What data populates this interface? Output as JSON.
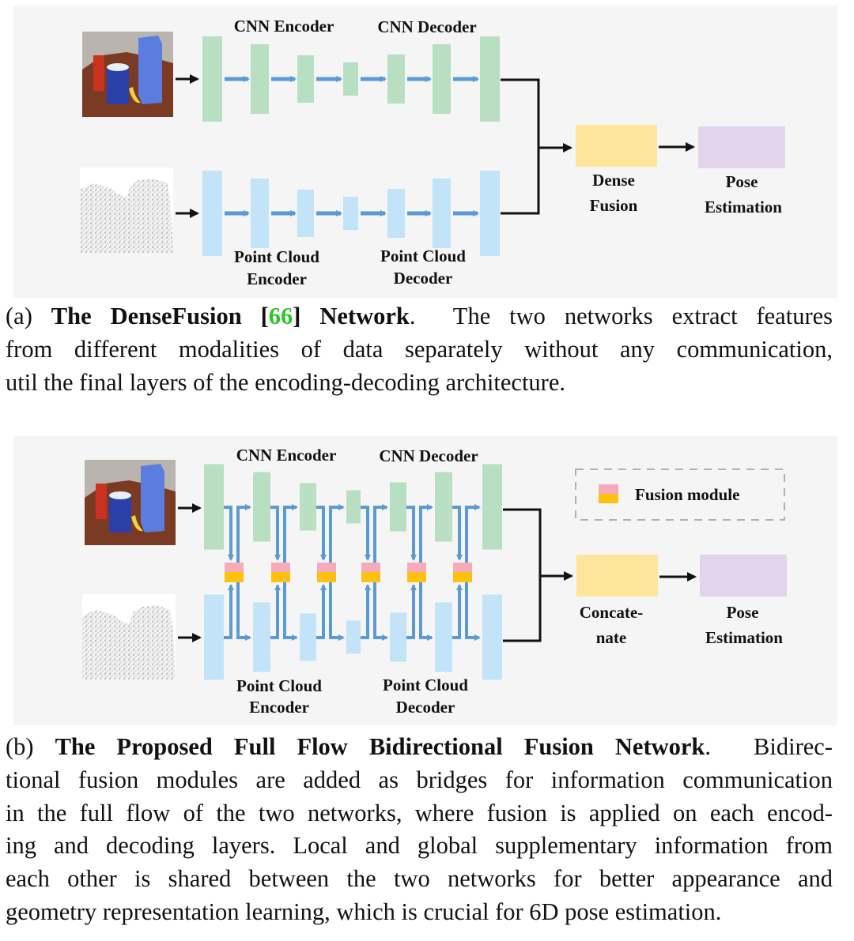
{
  "colors": {
    "panel_bg": "#f5f5f5",
    "rgb_layer": "#b8dfc2",
    "point_layer": "#c2e3f8",
    "flow_arrow": "#5b9bd5",
    "connector": "#111111",
    "fusion_top": "#f5abba",
    "fusion_bottom": "#fcc20f",
    "fusion_output": "#fde59b",
    "pose_output": "#e2d4ea",
    "legend_border": "#b0b0b0",
    "citation": "#2bc62b"
  },
  "panel_a": {
    "cnn_encoder_label": "CNN Encoder",
    "cnn_decoder_label": "CNN Decoder",
    "pc_encoder_label": [
      "Point Cloud",
      "Encoder"
    ],
    "pc_decoder_label": [
      "Point Cloud",
      "Decoder"
    ],
    "fusion_label": [
      "Dense",
      "Fusion"
    ],
    "pose_label": [
      "Pose",
      "Estimation"
    ],
    "rgb_image": "rgb-scene-image",
    "point_cloud_image": "point-cloud-image",
    "encoder_layers": 4,
    "decoder_layers": 3
  },
  "caption_a": {
    "prefix": "(a) ",
    "title_bold_1": "The DenseFusion ",
    "ref_open": "[",
    "ref": "66",
    "ref_close": "]",
    "title_bold_2": " Network",
    "line1_rest": ".  The two networks extract features",
    "line2": "from different modalities of data separately without any communication,",
    "line3": "util the final layers of the encoding-decoding architecture."
  },
  "panel_b": {
    "cnn_encoder_label": "CNN Encoder",
    "cnn_decoder_label": "CNN Decoder",
    "pc_encoder_label": [
      "Point Cloud",
      "Encoder"
    ],
    "pc_decoder_label": [
      "Point Cloud",
      "Decoder"
    ],
    "fusion_label": [
      "Concate-",
      "nate"
    ],
    "pose_label": [
      "Pose",
      "Estimation"
    ],
    "legend_label": "Fusion module",
    "fusion_modules": 6
  },
  "caption_b": {
    "prefix": "(b) ",
    "title_bold": "The Proposed Full Flow Bidirectional Fusion Network",
    "line1_rest": ".  Bidirec-",
    "lines": [
      "tional fusion modules are added as bridges for information communication",
      "in the full flow of the two networks, where fusion is applied on each encod-",
      "ing and decoding layers. Local and global supplementary information from",
      "each other is shared between the two networks for better appearance and",
      "geometry representation learning, which is crucial for 6D pose estimation."
    ]
  }
}
